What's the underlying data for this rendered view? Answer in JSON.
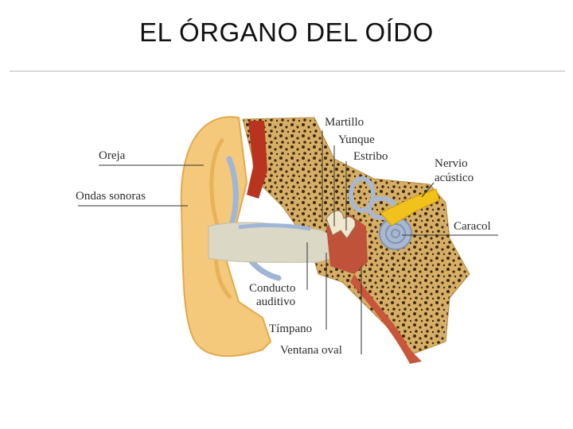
{
  "slide": {
    "title": "EL ÓRGANO DEL OÍDO"
  },
  "colors": {
    "skin": "#f3c879",
    "bone": "#d9b06a",
    "canal": "#d8d5c4",
    "cartilage": "#9fb6d6",
    "vessel": "#b8341f",
    "nerve": "#f1c21c"
  },
  "labels": {
    "oreja": "Oreja",
    "ondas": "Ondas sonoras",
    "martillo": "Martillo",
    "yunque": "Yunque",
    "estribo": "Estribo",
    "nervio1": "Nervio",
    "nervio2": "acústico",
    "caracol": "Caracol",
    "conducto1": "Conducto",
    "conducto2": "auditivo",
    "timpano": "Tímpano",
    "ventana": "Ventana oval"
  }
}
